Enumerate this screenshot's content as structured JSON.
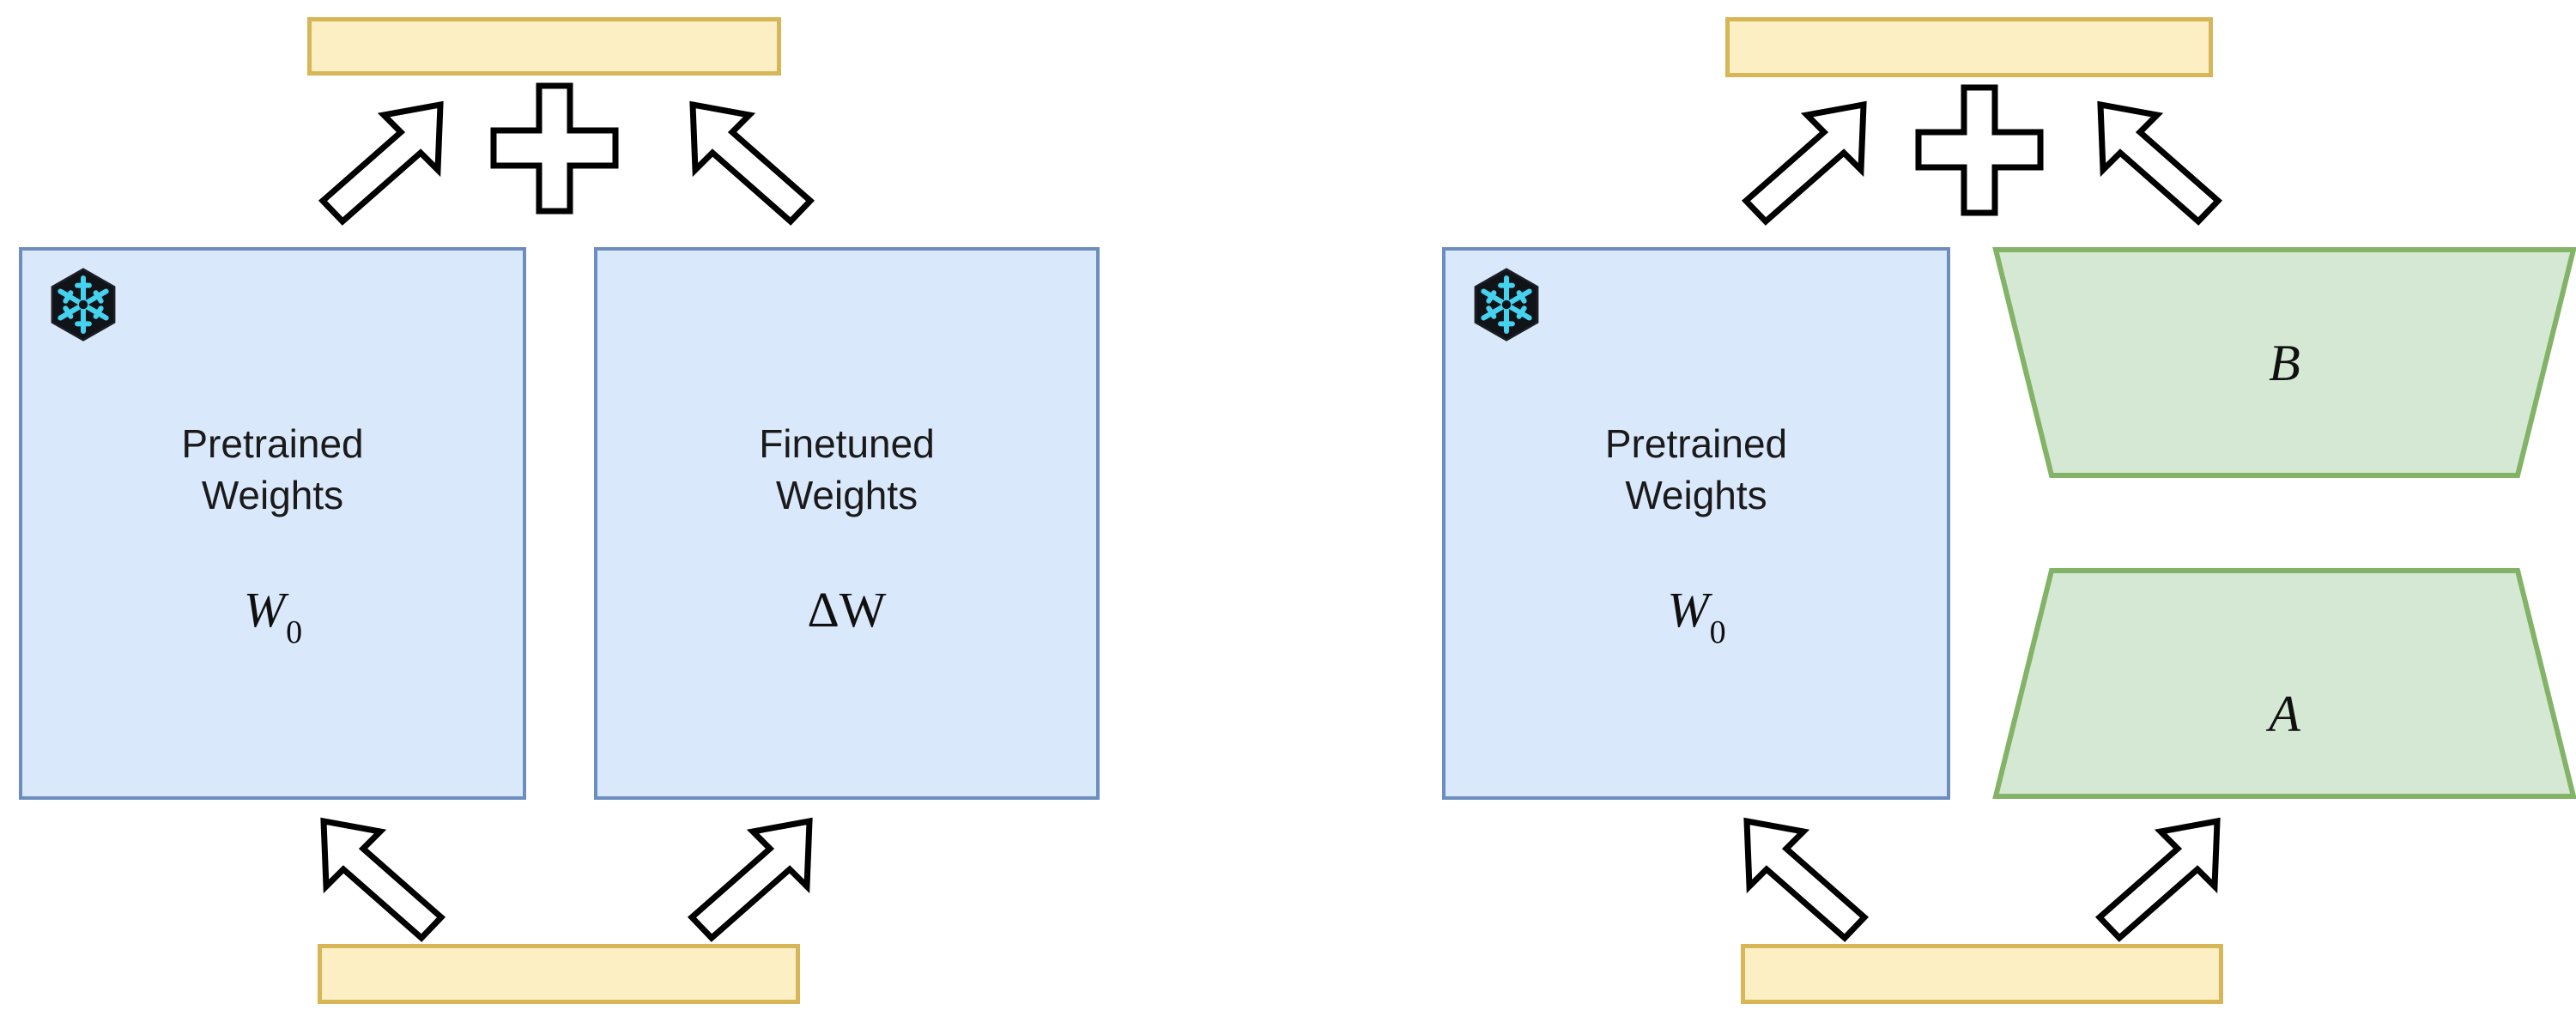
{
  "diagram": {
    "title": "LoRA vs Full Finetuning weight update comparison",
    "colors": {
      "io_fill": "#fdefc4",
      "io_stroke": "#d6b656",
      "weight_fill": "#dae8fc",
      "weight_stroke": "#6c8ebf",
      "adapter_fill": "#d5e8d4",
      "adapter_stroke": "#82b366",
      "outline_stroke": "#000000",
      "outline_fill": "#ffffff",
      "snowflake_accent": "#45d2ef"
    },
    "panels": [
      {
        "id": "full-finetuning",
        "top_bar": {
          "label": "",
          "name": "output-bar"
        },
        "bottom_bar": {
          "label": "",
          "name": "input-bar"
        },
        "operator": "+",
        "blocks": [
          {
            "id": "pretrained-left",
            "kind": "weight-box",
            "label": "Pretrained\nWeights",
            "math": "W",
            "math_sub": "0",
            "frozen": true,
            "frozen_icon": "snowflake-icon"
          },
          {
            "id": "finetuned",
            "kind": "weight-box",
            "label": "Finetuned\nWeights",
            "math": "ΔW",
            "math_sub": "",
            "frozen": false,
            "frozen_icon": ""
          }
        ]
      },
      {
        "id": "lora",
        "top_bar": {
          "label": "",
          "name": "output-bar"
        },
        "bottom_bar": {
          "label": "",
          "name": "input-bar"
        },
        "operator": "+",
        "blocks": [
          {
            "id": "pretrained-right",
            "kind": "weight-box",
            "label": "Pretrained\nWeights",
            "math": "W",
            "math_sub": "0",
            "frozen": true,
            "frozen_icon": "snowflake-icon"
          },
          {
            "id": "lora-b",
            "kind": "trapezoid-down",
            "label": "",
            "math": "B",
            "math_sub": "",
            "frozen": false,
            "frozen_icon": ""
          },
          {
            "id": "lora-a",
            "kind": "trapezoid-up",
            "label": "",
            "math": "A",
            "math_sub": "",
            "frozen": false,
            "frozen_icon": ""
          }
        ]
      }
    ],
    "arrows": [
      {
        "id": "l-up-left",
        "direction": "up-right"
      },
      {
        "id": "l-up-right",
        "direction": "up-left"
      },
      {
        "id": "l-down-left",
        "direction": "up-left"
      },
      {
        "id": "l-down-right",
        "direction": "up-right"
      },
      {
        "id": "r-up-left",
        "direction": "up-right"
      },
      {
        "id": "r-up-right",
        "direction": "up-left"
      },
      {
        "id": "r-down-left",
        "direction": "up-left"
      },
      {
        "id": "r-down-right",
        "direction": "up-right"
      }
    ]
  }
}
